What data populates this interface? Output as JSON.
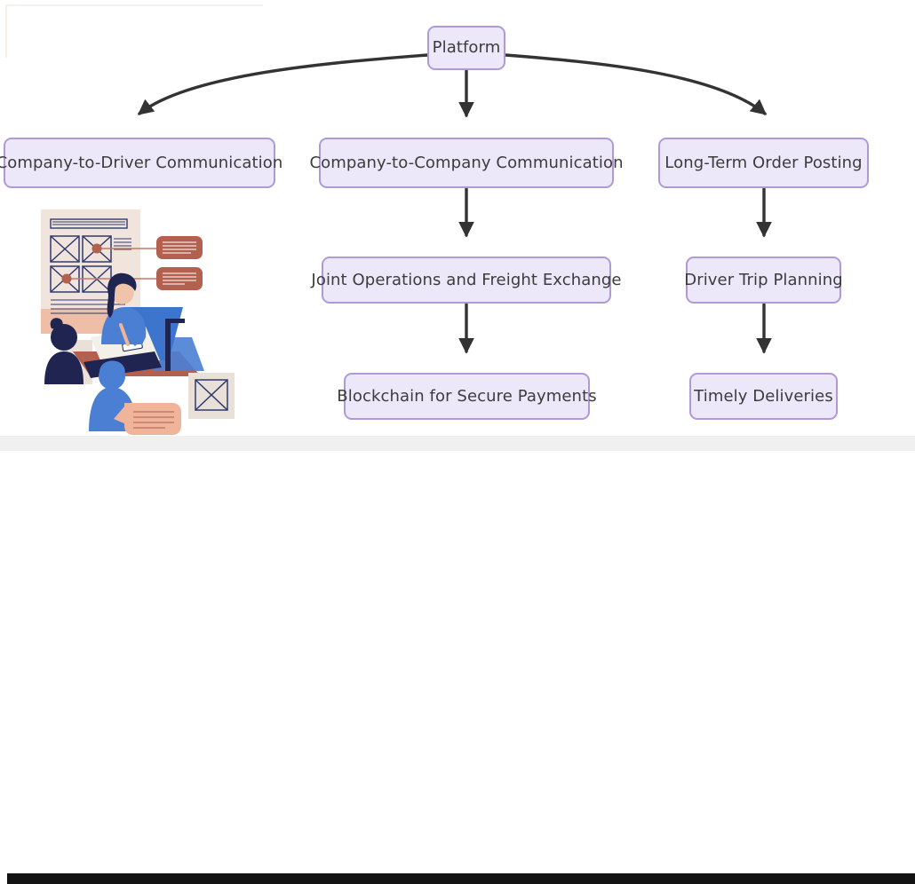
{
  "diagram": {
    "type": "flowchart",
    "title": "Platform capability flowchart",
    "node_style": {
      "fill": "#ece7f9",
      "border": "#b09ad6",
      "text": "#3c3c3c"
    },
    "edge_color": "#333333",
    "nodes": [
      {
        "id": "platform",
        "label": "Platform"
      },
      {
        "id": "c2d",
        "label": "Company-to-Driver Communication"
      },
      {
        "id": "c2c",
        "label": "Company-to-Company Communication"
      },
      {
        "id": "lto",
        "label": "Long-Term Order Posting"
      },
      {
        "id": "joint",
        "label": "Joint Operations and Freight Exchange"
      },
      {
        "id": "trip",
        "label": "Driver Trip Planning"
      },
      {
        "id": "blockchain",
        "label": "Blockchain for Secure Payments"
      },
      {
        "id": "timely",
        "label": "Timely Deliveries"
      }
    ],
    "edges": [
      {
        "from": "platform",
        "to": "c2d",
        "shape": "curved"
      },
      {
        "from": "platform",
        "to": "c2c",
        "shape": "straight"
      },
      {
        "from": "platform",
        "to": "lto",
        "shape": "curved"
      },
      {
        "from": "c2c",
        "to": "joint",
        "shape": "straight"
      },
      {
        "from": "joint",
        "to": "blockchain",
        "shape": "straight"
      },
      {
        "from": "lto",
        "to": "trip",
        "shape": "straight"
      },
      {
        "from": "trip",
        "to": "timely",
        "shape": "straight"
      }
    ]
  },
  "illustration": {
    "name": "team-collaboration-wireframe-illustration",
    "description": "Flat illustration of a team reviewing a wireframe board with annotation callouts at a desk with a monitor and laptop",
    "colors": {
      "board": "#f0e4dc",
      "outline": "#2e3a6e",
      "callout": "#b4604f",
      "desk": "#b4604f",
      "blue": "#4a7fd4",
      "navy": "#1f2450",
      "peach": "#efb49a",
      "cream": "#e9e1d8"
    }
  },
  "window": {
    "scrollbar": {
      "orientation": "horizontal",
      "thumb_color": "#131313",
      "track_color": "#f0f0f0"
    }
  }
}
